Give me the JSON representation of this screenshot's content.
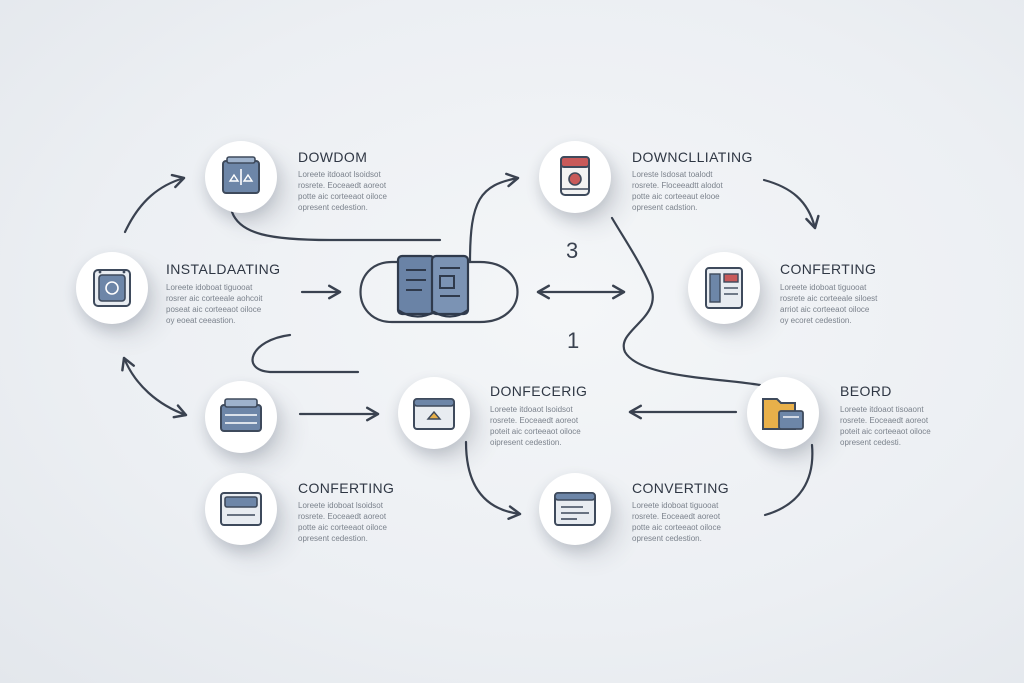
{
  "colors": {
    "line": "#3a4250",
    "icon_stroke": "#3e4a5c",
    "icon_blue": "#6d86a8",
    "icon_red": "#c85a5a",
    "icon_orange": "#e8b04a",
    "text_title": "#2f3744",
    "text_desc": "#7b828c"
  },
  "numbers": {
    "three": "3",
    "one": "1"
  },
  "steps": [
    {
      "id": "dowdom",
      "title": "DOWDOM",
      "icon": "document-scale-icon",
      "desc": [
        "Loreete itdoaot lsoidsot",
        "rosrete. Eoceaedt aoreot",
        "potte aic corteeaot oiloce",
        "opresent cedestion."
      ]
    },
    {
      "id": "downcllating",
      "title": "DOWNCLLIATING",
      "icon": "download-box-icon",
      "desc": [
        "Loreste lsdosat toalodt",
        "rosrete. Floceeadtt alodot",
        "potte aic corteeaut elooe",
        "opresent cadstion."
      ]
    },
    {
      "id": "instaldaating",
      "title": "INSTALDAATING",
      "icon": "installer-disk-icon",
      "desc": [
        "Loreete idoboat tiguooat",
        "rosrer aic corteeale aohcoit",
        "poseat aic corteeaot oiloce",
        "oy eoeat ceeastion."
      ]
    },
    {
      "id": "conferting-right",
      "title": "CONFERTING",
      "icon": "converter-panel-icon",
      "desc": [
        "Loreete idoboat tiguooat",
        "rosrete aic corteeale siloest",
        "arriot aic corteeaot oiloce",
        "oy ecoret cedestion."
      ]
    },
    {
      "id": "donfecerig",
      "title": "DONFECERIG",
      "icon": "upload-window-icon",
      "desc": [
        "Loreete itdoaot lsoidsot",
        "rosrete. Eoceaedt aoreot",
        "poteit aic corteeaot oiloce",
        "oipresent cedestion."
      ]
    },
    {
      "id": "beord",
      "title": "BEORD",
      "icon": "folder-device-icon",
      "desc": [
        "Loreete itdoaot tisoaont",
        "rosrete. Eoceaedt aoreot",
        "poteit aic corteeaot oiloce",
        "opresent cedesti."
      ]
    },
    {
      "id": "conferting-left",
      "title": "CONFERTING",
      "icon": "drive-tray-icon",
      "desc": [
        "Loreete idoboat lsoidsot",
        "rosrete. Eoceaedt aoreot",
        "potte aic corteeaot oiloce",
        "opresent cedestion."
      ]
    },
    {
      "id": "converting",
      "title": "CONVERTING",
      "icon": "code-window-icon",
      "desc": [
        "Loreete idoboat tiguooat",
        "rosrete. Eoceaedt aoreot",
        "potte aic corteeaot oiloce",
        "opresent cedestion."
      ]
    }
  ]
}
